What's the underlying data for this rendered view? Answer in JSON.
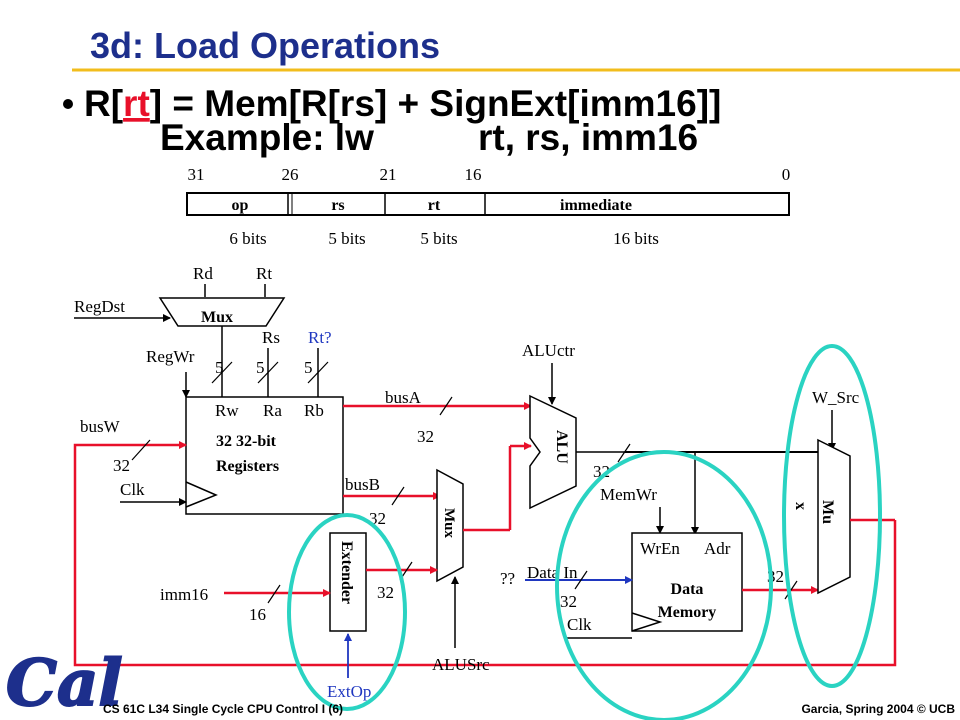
{
  "slide": {
    "title": "3d: Load Operations",
    "eq_prefix": "R[",
    "eq_rt": "rt",
    "eq_suffix": "] = Mem[R[rs] + SignExt[imm16]]",
    "example_prefix": "Example: lw",
    "example_args": "rt, rs, imm16"
  },
  "format": {
    "bit_positions": [
      "31",
      "26",
      "21",
      "16",
      "0"
    ],
    "fields": [
      "op",
      "rs",
      "rt",
      "immediate"
    ],
    "widths": [
      "6 bits",
      "5 bits",
      "5 bits",
      "16 bits"
    ]
  },
  "datapath": {
    "rd": "Rd",
    "rt": "Rt",
    "regdst": "RegDst",
    "mux": "Mux",
    "rs": "Rs",
    "rt_q": "Rt?",
    "regwr": "RegWr",
    "five_a": "5",
    "five_b": "5",
    "five_c": "5",
    "rw": "Rw",
    "ra": "Ra",
    "rb": "Rb",
    "regs_line1": "32 32-bit",
    "regs_line2": "Registers",
    "busw": "busW",
    "w32_busw": "32",
    "clk_reg": "Clk",
    "busa": "busA",
    "w32_busa": "32",
    "busb": "busB",
    "w32_busb": "32",
    "aluctr": "ALUctr",
    "alu": "ALU",
    "w32_alu": "32",
    "memwr": "MemWr",
    "mux_alusrc": "Mux",
    "alusrc": "ALUSrc",
    "w32_ext": "32",
    "extender": "Extender",
    "extop": "ExtOp",
    "imm16": "imm16",
    "w16": "16",
    "qq": "??",
    "data_in": "Data In",
    "w32_datain": "32",
    "clk_mem": "Clk",
    "wren": "WrEn",
    "adr": "Adr",
    "dm_line1": "Data",
    "dm_line2": "Memory",
    "w_src": "W_Src",
    "mux_out_1": "Mu",
    "mux_out_2": "x",
    "w32_mem": "32"
  },
  "footer": {
    "left": "CS 61C L34 Single Cycle CPU Control I (6)",
    "right": "Garcia, Spring 2004 © UCB",
    "logo": "Cal"
  },
  "colors": {
    "title": "#1d2f8c",
    "accent_red": "#e8102a",
    "accent_blue": "#1f37c0",
    "highlight_teal": "#2ad3c2",
    "rule_gold": "#f2bd1c"
  }
}
